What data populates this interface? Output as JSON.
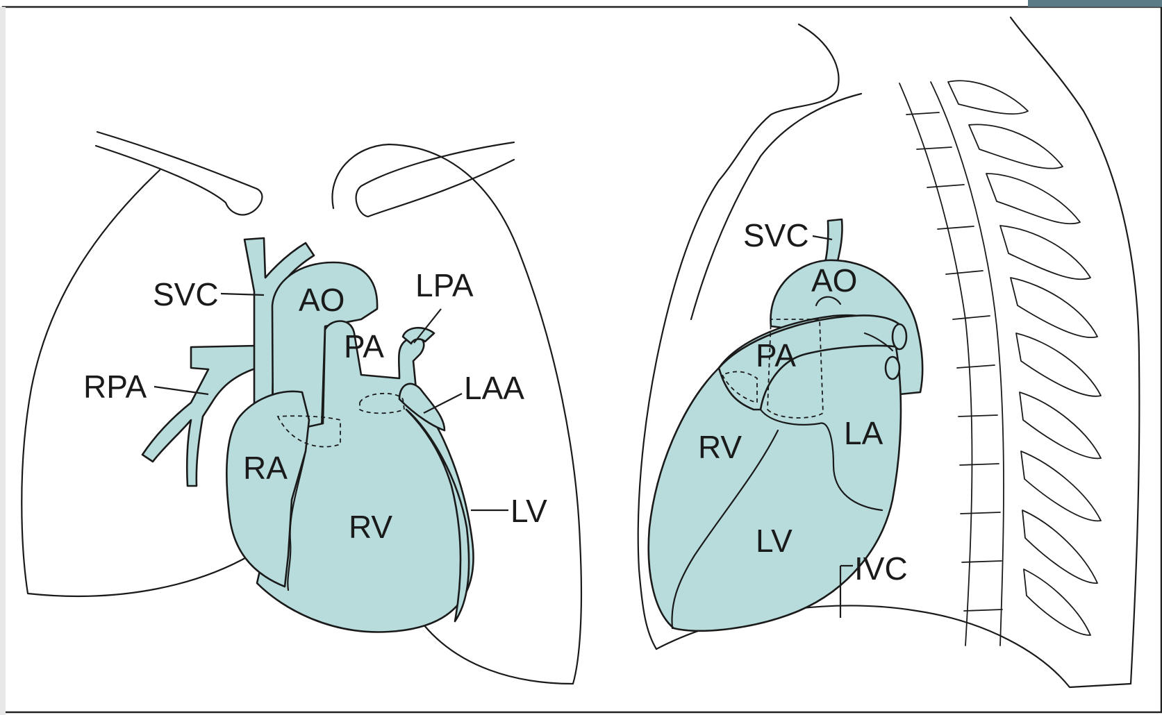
{
  "colors": {
    "vessel_fill": "#b8dcdc",
    "outline": "#1a1a1a",
    "background": "#ffffff",
    "frame_border": "#222222"
  },
  "frontal_view": {
    "labels": {
      "svc": "SVC",
      "ao": "AO",
      "lpa": "LPA",
      "pa": "PA",
      "rpa": "RPA",
      "laa": "LAA",
      "ra": "RA",
      "rv": "RV",
      "lv": "LV"
    }
  },
  "lateral_view": {
    "labels": {
      "svc": "SVC",
      "ao": "AO",
      "pa": "PA",
      "rv": "RV",
      "la": "LA",
      "lv": "LV",
      "ivc": "IVC"
    }
  }
}
